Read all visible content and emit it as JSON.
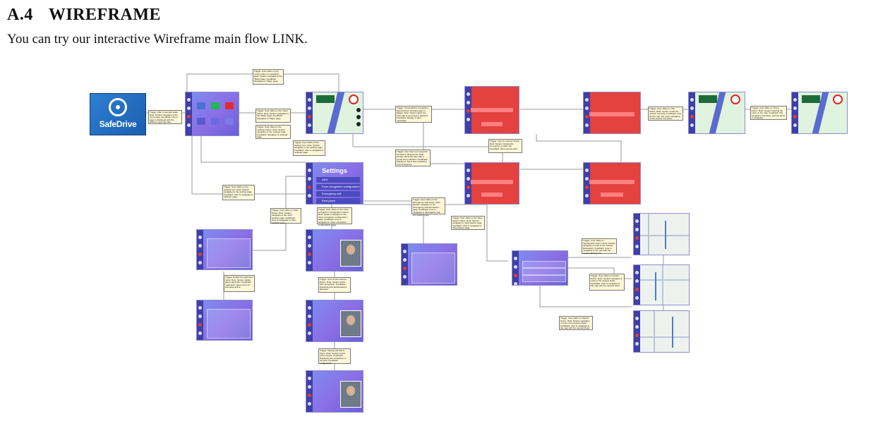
{
  "heading": {
    "number": "A.4",
    "title": "WIREFRAME"
  },
  "intro": "You can try our interactive Wireframe main flow LINK.",
  "logo": {
    "text": "SafeDrive"
  },
  "settings_screen": {
    "title": "Settings",
    "items": [
      "Alert",
      "Face recognition configuration",
      "Emergency call",
      "Rest place"
    ]
  },
  "notes": [
    "Trigger: User clicks on the 'maps' button in navigation. Role: System navigates to the 'Maps' page. Feedback: Navigates to 'Maps' page.",
    "Trigger: After 3 seconds delay. Role: System navigates to the home page. Feedback: Home page is displayed with the different apps and tabs.",
    "Trigger: User clicks on the 'maps' button. Role: System navigates to the 'Maps' page. Feedback: Navigates to 'Maps' page.",
    "Trigger: User clicks on the 'settings' button. Role: System navigates to the 'settings' page. Feedback: Navigates to 'settings' page.",
    "Trigger: User clicks on the settings icon. Role: System navigates to the settings page. Feedback: User is navigated to 'settings' page.",
    "Trigger: Camera/Face recognition detects driver showing signs of fatigue. Role: System alerts the user with a sound and a vibration. Feedback: Display of alert messages.",
    "Trigger: User does not recognize the alert in 30 seconds. Role: System alerts the user with a sound and a vibration. Feedback: Display of 'Send' and contacting your emergency.",
    "Trigger: User do 'Cancel' button. Role: System cancels the emergency contact call. Feedback: Removes the alert.",
    "Trigger: User clicks on 'OK' button. Role: System sends the nearest rest area. Feedback: User shown map and route navigating to the nearest rest place.",
    "Trigger: User clicks on 'Drive' button. Role: System tracking the route on the map. Feedback: The navigation continues, and the driver is navigated.",
    "Trigger: User clicks on the settings icon. Role: System navigates to the settings page. Feedback: User is navigated to 'settings' page.",
    "Trigger: User clicks on 'Alert' button. Role: System navigates to the 'Alert' settings page. Feedback: User is navigated to 'Alert settings' page.",
    "Trigger: User clicks on the 'Face recognition configuration' button. Role: System navigates to the 'Face recognition configuration' page. Feedback: User is navigated to 'Face recognition configuration' page.",
    "Trigger: User clicks on the 'Emergency call' button. Role: System navigates to the 'Emergency call information' page. Feedback: User is navigated to 'Emergency call information' page.",
    "Trigger: User clicks on the 'Rest places' button. Role: System navigates to 'Rest places' page. Feedback: User is navigated to 'Rest places' page.",
    "Trigger: User clicks on 'Restaurants' button. Role: System navigates a route to the nearest Restaurant. Feedback: User is navigated to the map with the nearest Restaurant.",
    "Trigger: User clicks on 'Hotels' button. Role: System navigates a route to the nearest Hotel. Feedback: User is navigated to the map with the nearest Hotel.",
    "Trigger: User clicks on 'Motels' button. Role: System navigates a route to the nearest Motel. Feedback: User is navigated to the map with the nearest Motel.",
    "Trigger: Enable the Light alert mode. Role: System delete alarm selections. Feedback: 'Light alert' option turns on and stays active.",
    "Trigger: User do the camera button. Role: System starts face recognition. Feedback: Displaying the facial features detected.",
    "Trigger: Staying still and in frame. Role: System enters scan process. Feedback: Displaying the completion of the face recognition configuration."
  ]
}
